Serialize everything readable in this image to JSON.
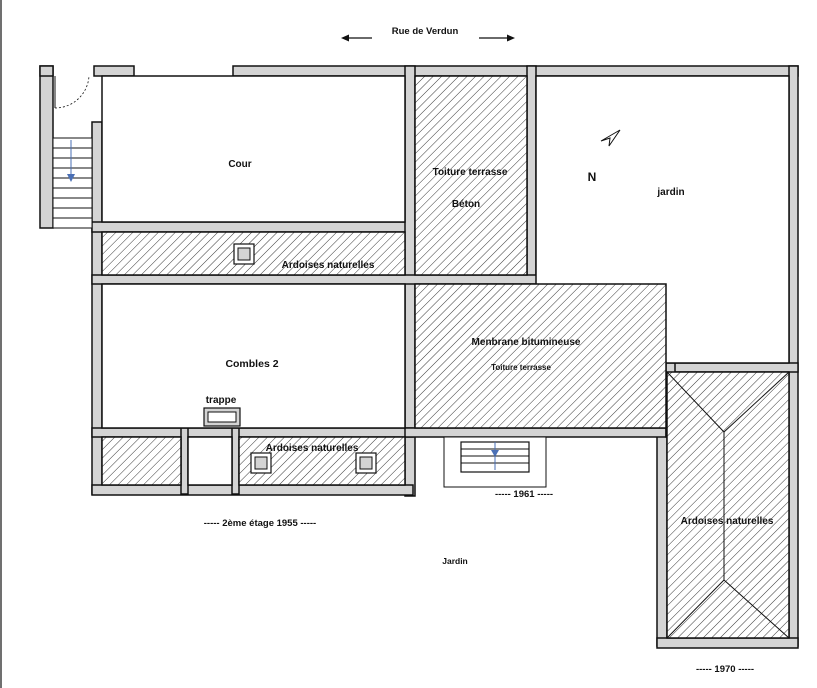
{
  "street": "Rue de Verdun",
  "north": "N",
  "labels": {
    "cour": "Cour",
    "toiture_terrasse": "Toiture terrasse",
    "beton": "Béton",
    "jardin_top": "jardin",
    "ardoises_top": "Ardoises  naturelles",
    "combles": "Combles 2",
    "membrane": "Menbrane bitumineuse",
    "toiture_terrasse_2": "Toiture terrasse",
    "trappe": "trappe",
    "ardoises_bottom": "Ardoises   naturelles",
    "ardoises_right": "Ardoises  naturelles",
    "jardin_bottom": "Jardin"
  },
  "dates": {
    "etage_1955": "----- 2ème étage 1955 -----",
    "year_1961": "----- 1961 -----",
    "year_1970": "----- 1970 -----"
  },
  "colors": {
    "wall": "#d4d4d4",
    "line": "#111111",
    "stair_arrow": "#4a6fb5"
  }
}
